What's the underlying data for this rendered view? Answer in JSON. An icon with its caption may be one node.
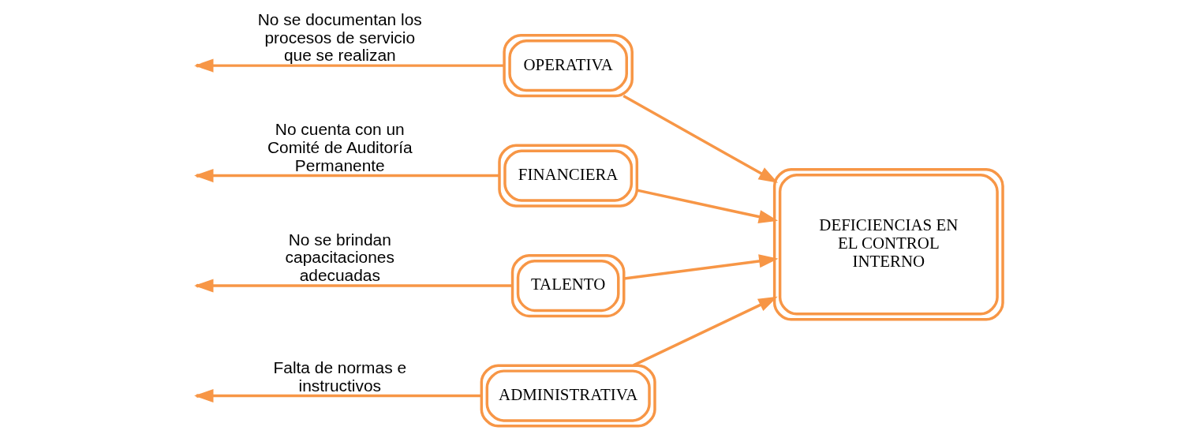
{
  "diagram": {
    "nodes": [
      {
        "text": [
          "ADMINISTRATIVA"
        ]
      },
      {
        "text": [
          "OPERATIVA"
        ]
      },
      {
        "text": [
          "DEFICIENCIAS EN EL CONTROL INTERNO"
        ]
      },
      {
        "text": [
          "FINANCIERA"
        ]
      },
      {
        "text": [
          "TALENTO"
        ]
      }
    ],
    "edges": [
      {
        "from": 0,
        "to": 2,
        "arrow": "to"
      },
      {
        "from": 1,
        "to": 2,
        "arrow": "to"
      },
      {
        "from": 3,
        "to": 2,
        "arrow": "to"
      },
      {
        "from": 4,
        "to": 2,
        "arrow": "to"
      },
      {
        "from": 0,
        "to": null,
        "arrow": "to",
        "label": "Falta de normas e instructivos"
      },
      {
        "from": 1,
        "to": null,
        "arrow": "to",
        "label": "No se documentan los procesos de servicio que se realizan"
      },
      {
        "from": 3,
        "to": null,
        "arrow": "to",
        "label": "No cuenta con un Comité de Auditoría Permanente"
      },
      {
        "from": 4,
        "to": null,
        "arrow": "to",
        "label": "No se brindan capacitaciones adecuadas"
      }
    ]
  }
}
